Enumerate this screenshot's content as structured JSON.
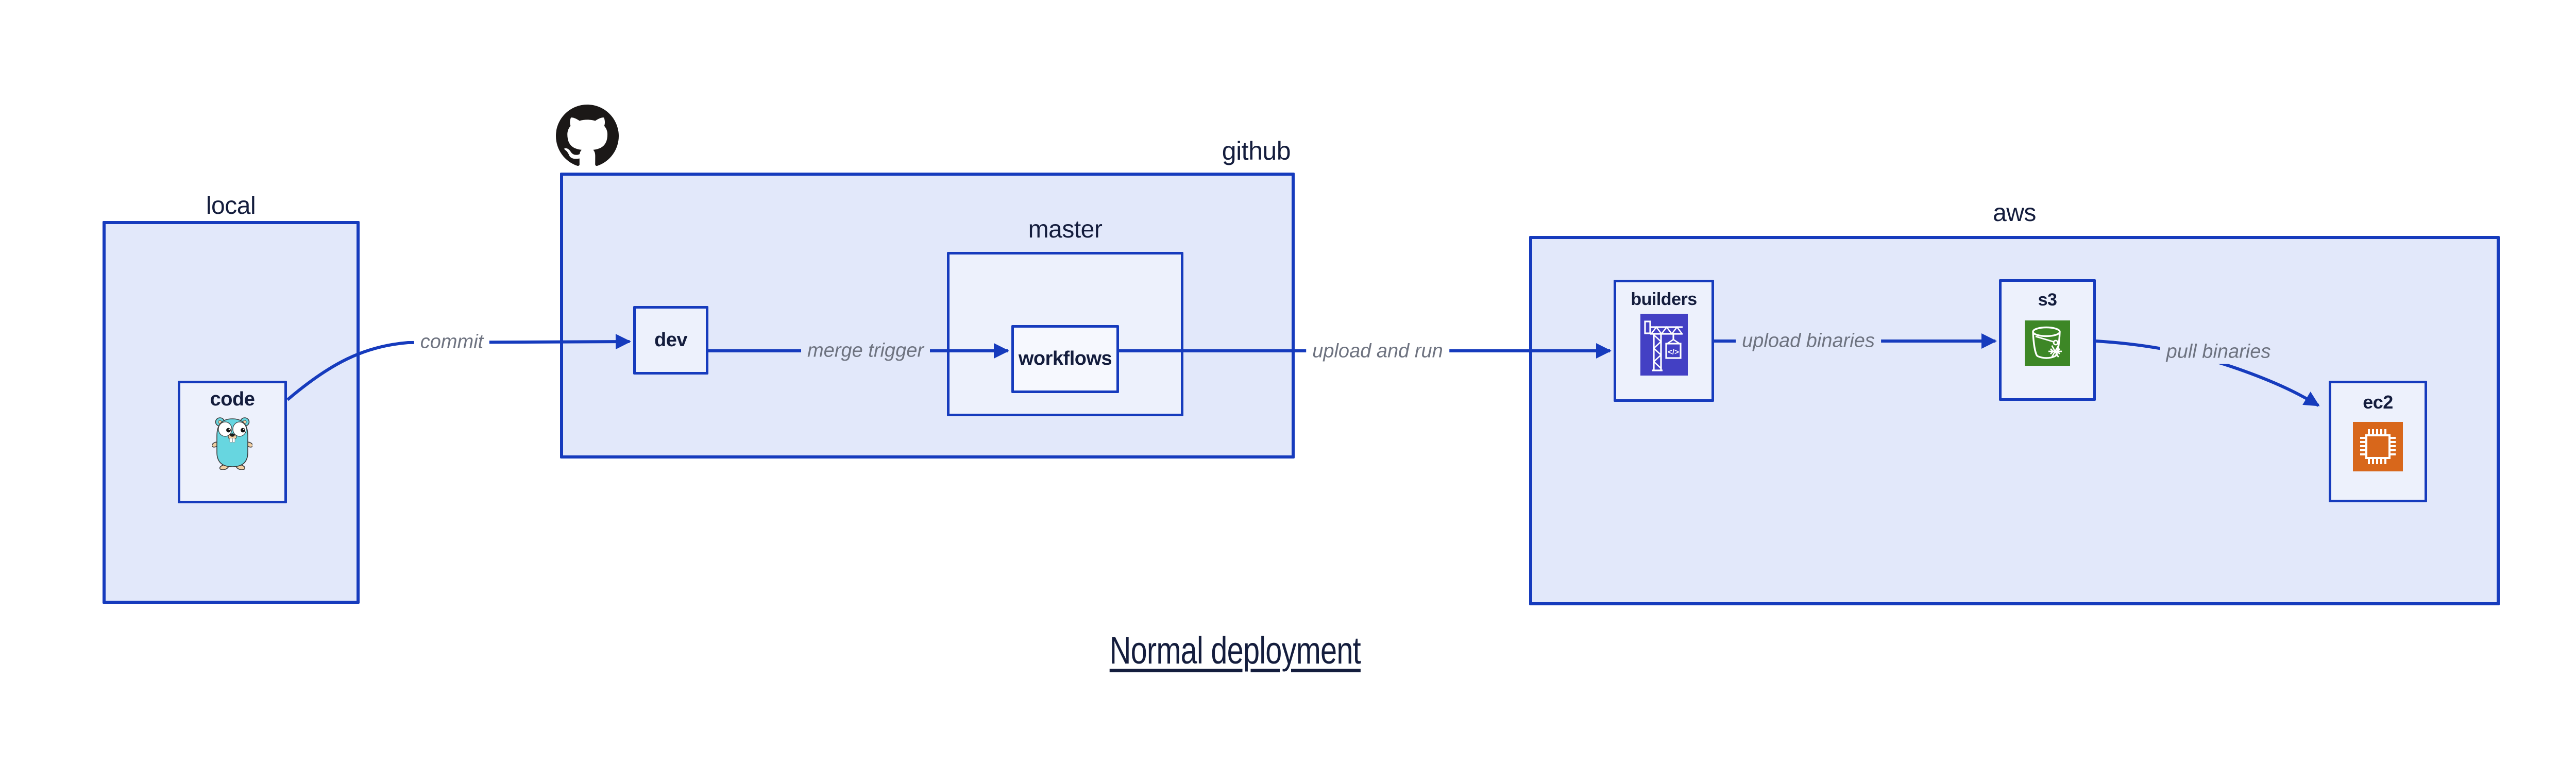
{
  "title": {
    "text": "Normal deployment"
  },
  "groups": {
    "local": {
      "label": "local"
    },
    "github": {
      "label": "github"
    },
    "master": {
      "label": "master"
    },
    "aws": {
      "label": "aws"
    }
  },
  "nodes": {
    "code": {
      "label": "code"
    },
    "dev": {
      "label": "dev"
    },
    "workflows": {
      "label": "workflows"
    },
    "builders": {
      "label": "builders"
    },
    "s3": {
      "label": "s3"
    },
    "ec2": {
      "label": "ec2"
    }
  },
  "edges": {
    "commit": {
      "label": "commit"
    },
    "merge_trigger": {
      "label": "merge trigger"
    },
    "upload_and_run": {
      "label": "upload and run"
    },
    "upload_binaries": {
      "label": "upload binaries"
    },
    "pull_binaries": {
      "label": "pull binaries"
    }
  },
  "icons": {
    "github_logo": "github-octocat",
    "code": "go-gopher",
    "builders": "aws-codebuild-crane",
    "s3": "aws-s3-glacier-bucket",
    "ec2": "aws-ec2-chip"
  },
  "colors": {
    "edge_blue": "#163bbd",
    "container_fill": "#e2e8fa",
    "node_fill": "#edf1fc",
    "innermost_fill": "#f6f8fe",
    "text_dark": "#141d3d",
    "edge_label_gray": "#6e7380",
    "codebuild_purple": "#4340c4",
    "s3_green": "#3d8726",
    "ec2_orange": "#d8671b",
    "gopher_teal": "#67d6e0",
    "octocat_black": "#1b1817"
  }
}
